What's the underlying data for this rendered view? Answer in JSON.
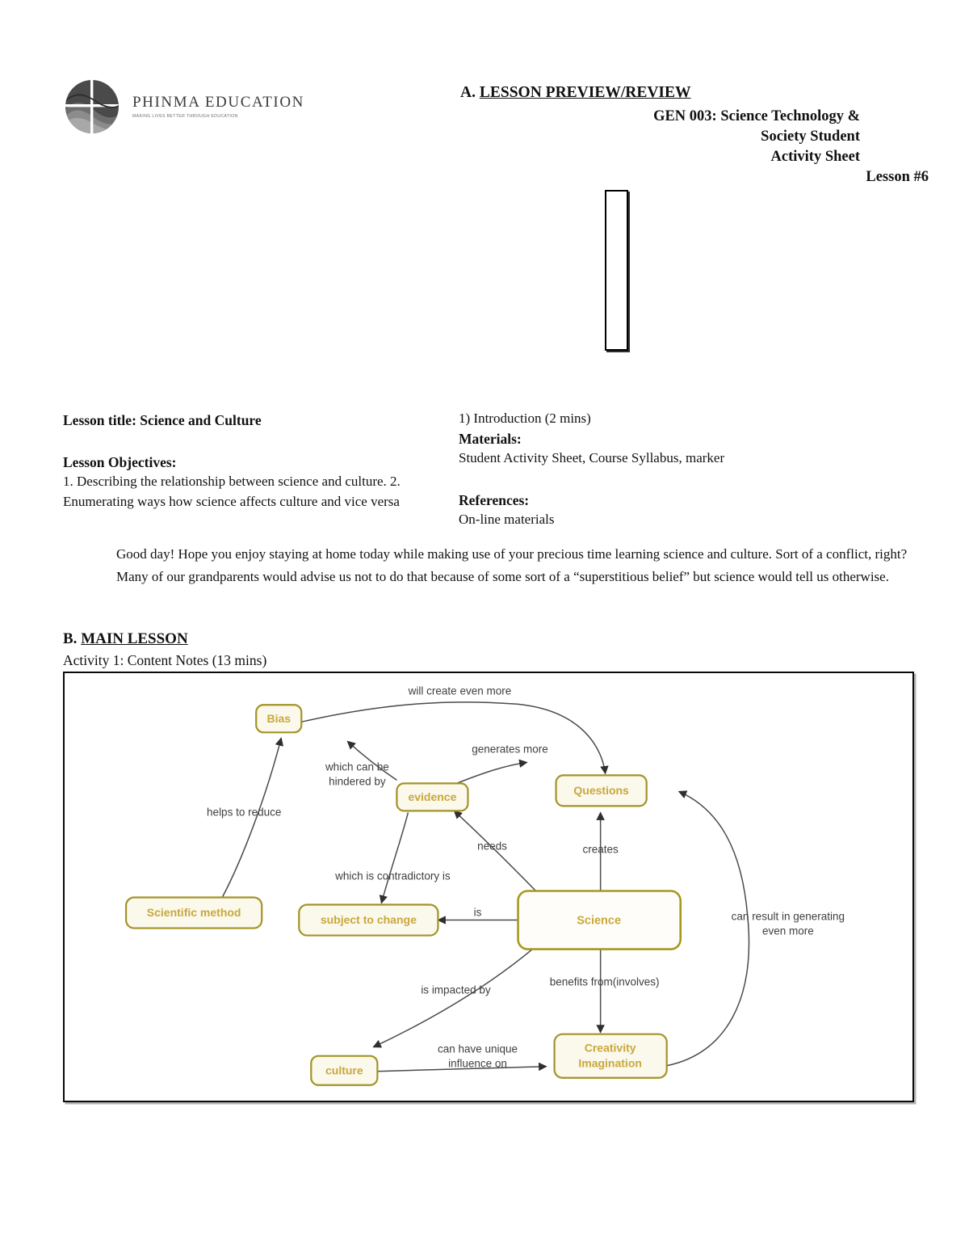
{
  "header": {
    "logo": {
      "icon": "phinma-globe-logo",
      "wordmark": "PHINMA EDUCATION",
      "tagline": "MAKING LIVES BETTER THROUGH EDUCATION"
    },
    "section_a_prefix": "A. ",
    "section_a_title": "LESSON PREVIEW/REVIEW",
    "course_line_1": "GEN 003: Science Technology &",
    "course_line_2": "Society Student",
    "course_line_3": "Activity Sheet",
    "course_line_4": "Lesson #6"
  },
  "lesson": {
    "title_label": "Lesson title: Science and Culture",
    "objectives_label": "Lesson Objectives:",
    "objectives_text": "1. Describing the relationship between science and culture. 2. Enumerating ways how science affects culture and vice versa",
    "introduction_heading": "1) Introduction (2 mins)",
    "materials_label": "Materials:",
    "materials_text": "Student Activity Sheet, Course  Syllabus, marker",
    "references_label": "References:",
    "references_text": " On-line materials",
    "greeting_paragraph": "Good day! Hope you enjoy staying at home today while making use of your precious time learning science and culture. Sort of a conflict, right? Many of our grandparents would advise us not to do that because of some sort of a “superstitious belief” but science would tell us otherwise."
  },
  "main_lesson": {
    "section_b_prefix": "B. ",
    "section_b_title": "MAIN LESSON",
    "activity_line": "Activity 1: Content Notes (13 mins)"
  },
  "concept_map": {
    "type": "diagram",
    "colors": {
      "node_fill": "#fbf8ec",
      "node_border": "#a39326",
      "node_text": "#c8a83c",
      "edge": "#4a4a4a",
      "frame": "#0a0a0a"
    },
    "nodes": [
      {
        "id": "bias",
        "label": "Bias"
      },
      {
        "id": "evidence",
        "label": "evidence"
      },
      {
        "id": "questions",
        "label": "Questions"
      },
      {
        "id": "scimethod",
        "label": "Scientific method"
      },
      {
        "id": "subjchange",
        "label": "subject to change"
      },
      {
        "id": "science",
        "label": "Science"
      },
      {
        "id": "culture",
        "label": "culture"
      },
      {
        "id": "creativity_line1",
        "label": "Creativity"
      },
      {
        "id": "creativity_line2",
        "label": "Imagination"
      }
    ],
    "edges": [
      {
        "from": "bias",
        "to": "questions",
        "label": "will create even more"
      },
      {
        "from": "evidence",
        "to": "bias",
        "label_line1": "which can be",
        "label_line2": "hindered by"
      },
      {
        "from": "scimethod",
        "to": "bias",
        "label": "helps to reduce"
      },
      {
        "from": "evidence",
        "to": "questions",
        "label": "generates more"
      },
      {
        "from": "science",
        "to": "evidence",
        "label": "needs"
      },
      {
        "from": "science",
        "to": "questions",
        "label": "creates"
      },
      {
        "from": "evidence",
        "to": "subjchange",
        "label": "which is contradictory is"
      },
      {
        "from": "science",
        "to": "subjchange",
        "label": "is"
      },
      {
        "from": "science",
        "to": "culture",
        "label": "is impacted by"
      },
      {
        "from": "science",
        "to": "creativity",
        "label": "benefits from(involves)"
      },
      {
        "from": "culture",
        "to": "creativity",
        "label_line1": "can have unique",
        "label_line2": "influence on"
      },
      {
        "from": "creativity",
        "to": "questions",
        "label_line1": "can result in generating",
        "label_line2": "even more"
      }
    ]
  }
}
